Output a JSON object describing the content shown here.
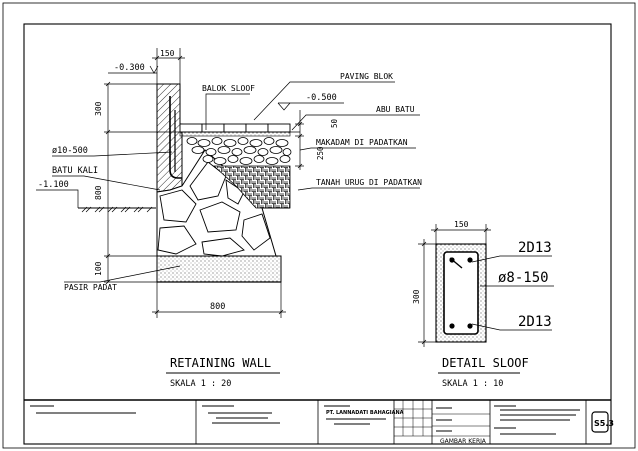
{
  "retaining_wall": {
    "title": "RETAINING WALL",
    "scale": "SKALA 1 : 20",
    "labels": {
      "paving_blok": "PAVING BLOK",
      "balok_sloof": "BALOK SLOOF",
      "level_top": "-0.300",
      "level_mid": "-0.500",
      "abu_batu": "ABU BATU",
      "makadam": "MAKADAM DI PADATKAN",
      "tanah_urug": "TANAH URUG DI PADATKAN",
      "rebar": "ø10-500",
      "batu_kali": "BATU KALI",
      "level_low": "-1.100",
      "pasir_padat": "PASIR PADAT"
    },
    "dimensions": {
      "top_width": "150",
      "sloof_height": "300",
      "wall_height": "800",
      "sand_height": "100",
      "base_width": "800",
      "paving_50": "50",
      "makadam_250": "250"
    }
  },
  "detail_sloof": {
    "title": "DETAIL SLOOF",
    "scale": "SKALA 1 : 10",
    "width_dim": "150",
    "height_dim": "300",
    "top_bar": "2D13",
    "stirrup": "ø8-150",
    "bottom_bar": "2D13"
  },
  "title_block": {
    "sheet_code": "S5.3",
    "drawing_label": "GAMBAR KERJA",
    "company": "PT. LANNADATI BAHAGIANA"
  }
}
